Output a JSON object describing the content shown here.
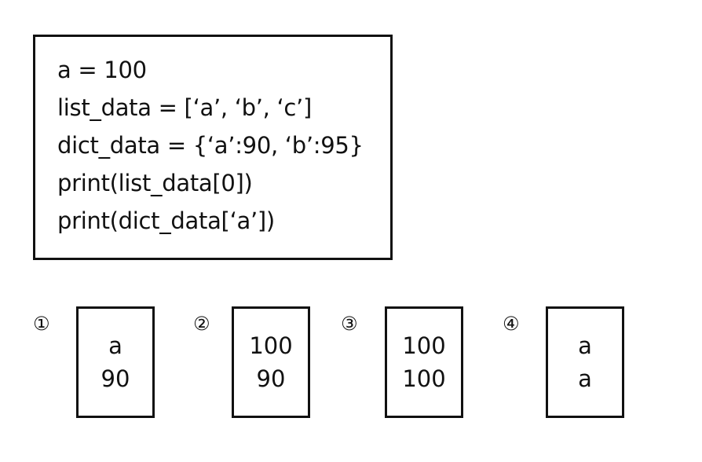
{
  "code": {
    "lines": [
      "a = 100",
      "list_data = [‘a’, ‘b’, ‘c’]",
      "dict_data = {‘a’:90, ‘b’:95}",
      "print(list_data[0])",
      "print(dict_data[‘a’])"
    ]
  },
  "options": [
    {
      "number": "①",
      "values": [
        "a",
        "90"
      ]
    },
    {
      "number": "②",
      "values": [
        "100",
        "90"
      ]
    },
    {
      "number": "③",
      "values": [
        "100",
        "100"
      ]
    },
    {
      "number": "④",
      "values": [
        "a",
        "a"
      ]
    }
  ]
}
